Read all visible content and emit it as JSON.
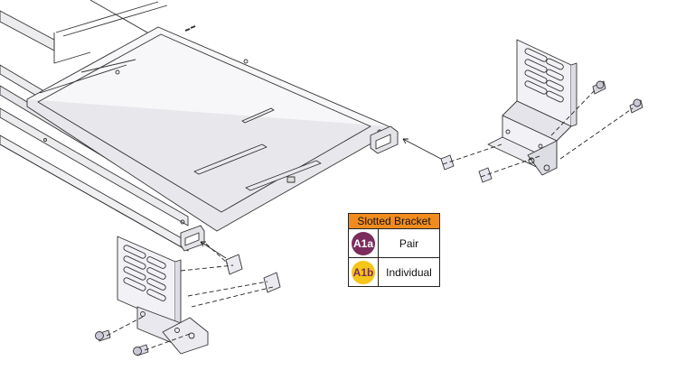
{
  "legend": {
    "title": "Slotted Bracket",
    "header_color": "#f08c1e",
    "items": [
      {
        "code": "A1a",
        "label": "Pair",
        "badge_color": "#7b2d5c",
        "text_color": "#ffffff"
      },
      {
        "code": "A1b",
        "label": "Individual",
        "badge_color": "#f5c518",
        "text_color": "#7b2d5c"
      }
    ]
  }
}
